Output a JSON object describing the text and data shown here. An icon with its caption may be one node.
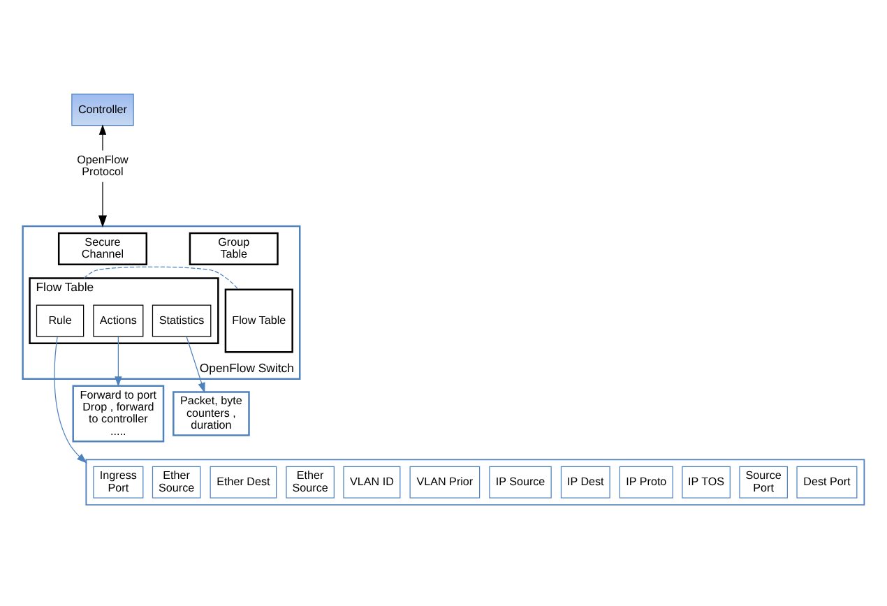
{
  "diagram": {
    "nodes": [
      {
        "text": [
          "Controller"
        ]
      },
      {
        "text": [
          "OpenFlow Protocol"
        ]
      },
      {
        "text": [
          "OpenFlow Switch"
        ]
      },
      {
        "text": [
          "Secure Channel"
        ],
        "in": 2
      },
      {
        "text": [
          "Group Table"
        ],
        "in": 2
      },
      {
        "text": [
          "Flow Table"
        ],
        "in": 2
      },
      {
        "text": [
          "Rule"
        ],
        "in": 5
      },
      {
        "text": [
          "Actions"
        ],
        "in": 5
      },
      {
        "text": [
          "Statistics"
        ],
        "in": 5
      },
      {
        "text": [
          "Flow Table"
        ],
        "in": 2
      },
      {
        "text": [
          "Forward to port Drop , forward to controller ....."
        ]
      },
      {
        "text": [
          "Packet, byte counters , duration"
        ]
      },
      {
        "text": [],
        "shape": "box"
      },
      {
        "text": [
          "Ingress Port"
        ],
        "in": 12
      },
      {
        "text": [
          "Ether Source"
        ],
        "in": 12
      },
      {
        "text": [
          "Ether Dest"
        ],
        "in": 12
      },
      {
        "text": [
          "Ether Source"
        ],
        "in": 12
      },
      {
        "text": [
          "VLAN ID"
        ],
        "in": 12
      },
      {
        "text": [
          "VLAN Prior"
        ],
        "in": 12
      },
      {
        "text": [
          "IP Source"
        ],
        "in": 12
      },
      {
        "text": [
          "IP Dest"
        ],
        "in": 12
      },
      {
        "text": [
          "IP Proto"
        ],
        "in": 12
      },
      {
        "text": [
          "IP TOS"
        ],
        "in": 12
      },
      {
        "text": [
          "Source Port"
        ],
        "in": 12
      },
      {
        "text": [
          "Dest Port"
        ],
        "in": 12
      }
    ],
    "edges": [
      {
        "from": 1,
        "to": 0,
        "arrow": "to",
        "color": "#000000"
      },
      {
        "from": 1,
        "to": 2,
        "arrow": "to",
        "color": "#000000"
      },
      {
        "from": 5,
        "to": 9,
        "arrow": "none",
        "style": "dashed"
      },
      {
        "from": 6,
        "to": 12,
        "arrow": "to"
      },
      {
        "from": 7,
        "to": 10,
        "arrow": "to"
      },
      {
        "from": 8,
        "to": 11,
        "arrow": "to"
      }
    ]
  }
}
